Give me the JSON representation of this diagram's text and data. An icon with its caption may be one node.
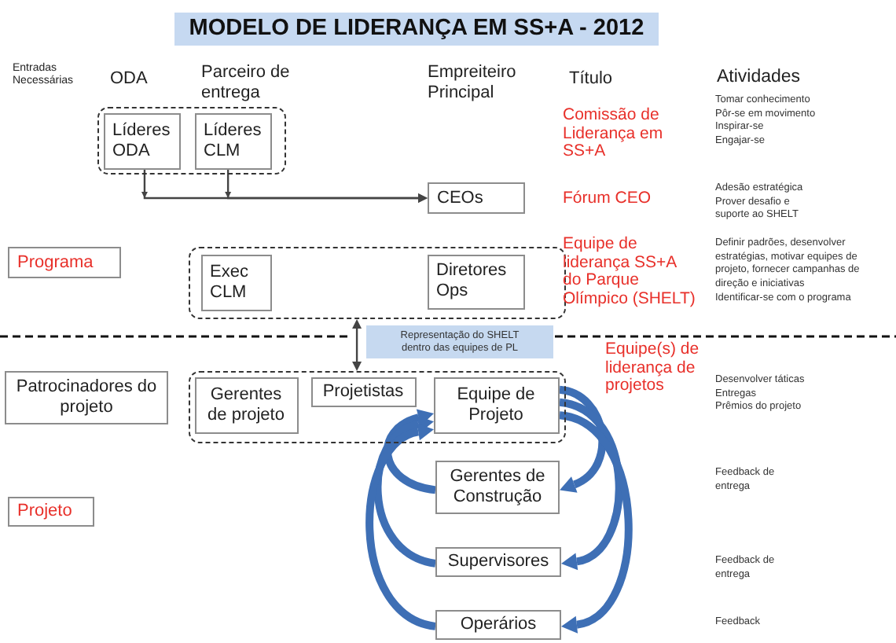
{
  "diagram": {
    "title": "MODELO DE LIDERANÇA EM SS+A - 2012",
    "nodes": [
      {
        "text": [],
        "shape": "box"
      },
      {
        "text": [
          "Líderes ODA"
        ],
        "in": 0
      },
      {
        "text": [
          "Líderes CLM"
        ],
        "in": 0
      },
      {
        "text": [
          "CEOs"
        ]
      },
      {
        "text": [
          "Programa"
        ]
      },
      {
        "text": [],
        "shape": "box"
      },
      {
        "text": [
          "Exec CLM"
        ],
        "in": 5
      },
      {
        "text": [
          "Diretores Ops"
        ],
        "in": 5
      },
      {
        "text": [
          "Representação do SHELT dentro das equipes de PL"
        ]
      },
      {
        "text": [
          "Patrocinadores do projeto"
        ]
      },
      {
        "text": [],
        "shape": "box"
      },
      {
        "text": [
          "Gerentes de projeto"
        ],
        "in": 10
      },
      {
        "text": [
          "Projetistas"
        ],
        "in": 10
      },
      {
        "text": [
          "Equipe de Projeto"
        ],
        "in": 10
      },
      {
        "text": [
          "Gerentes de Construção"
        ]
      },
      {
        "text": [
          "Projeto"
        ]
      },
      {
        "text": [
          "Supervisores"
        ]
      },
      {
        "text": [
          "Operários"
        ]
      }
    ],
    "edges": [
      {
        "from": 1,
        "to": 3,
        "arrow": "to",
        "color": "#444444"
      },
      {
        "from": 2,
        "to": 3,
        "arrow": "to",
        "color": "#444444"
      },
      {
        "from": 5,
        "to": 10,
        "arrow": "both",
        "color": "#444444"
      },
      {
        "from": 13,
        "to": 14,
        "arrow": "to",
        "color": "#3e6fb5"
      },
      {
        "from": 13,
        "to": 16,
        "arrow": "to",
        "color": "#3e6fb5"
      },
      {
        "from": 13,
        "to": 17,
        "arrow": "to",
        "color": "#3e6fb5"
      },
      {
        "from": 14,
        "to": 13,
        "arrow": "to",
        "color": "#3e6fb5"
      },
      {
        "from": 16,
        "to": 13,
        "arrow": "to",
        "color": "#3e6fb5"
      },
      {
        "from": 17,
        "to": 13,
        "arrow": "to",
        "color": "#3e6fb5"
      }
    ],
    "labels": [
      "Entradas Necessárias",
      "ODA",
      "Parceiro de entrega",
      "Empreiteiro Principal",
      "Título",
      "Atividades",
      "Comissão de Liderança em SS+A",
      "Tomar conhecimento",
      "Pôr-se em movimento",
      "Inspirar-se",
      "Engajar-se",
      "Fórum CEO",
      "Adesão estratégica",
      "Prover desafio e suporte ao SHELT",
      "Equipe de liderança SS+A do Parque Olímpico (SHELT)",
      "Definir padrões, desenvolver estratégias, motivar equipes de projeto, fornecer campanhas de direção e iniciativas",
      "Identificar-se com o programa",
      "Equipe(s) de liderança de projetos",
      "Desenvolver táticas",
      "Entregas",
      "Prêmios do projeto",
      "Feedback de entrega",
      "Feedback de entrega",
      "Feedback"
    ]
  }
}
